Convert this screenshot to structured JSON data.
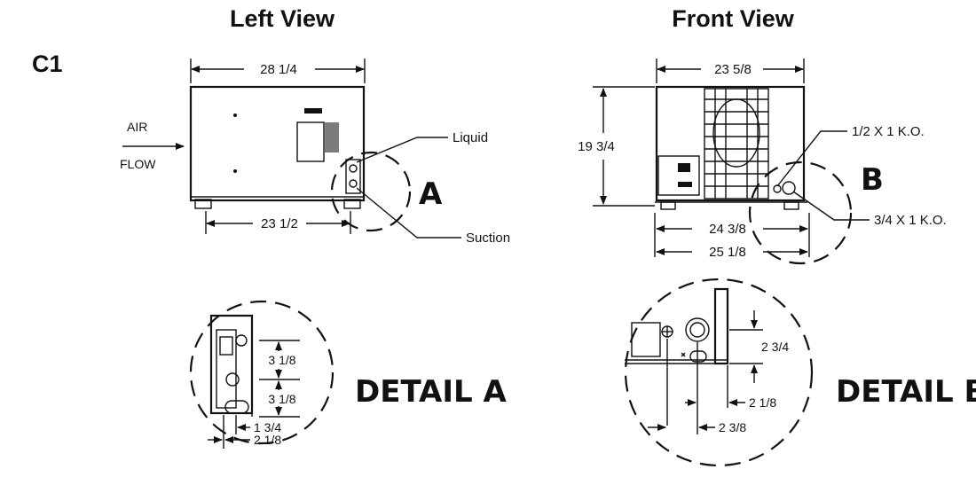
{
  "titles": {
    "left_view": "Left View",
    "front_view": "Front View",
    "section": "C1"
  },
  "left_view": {
    "width_top": "28 1/4",
    "width_bottom": "23 1/2",
    "air": "AIR",
    "flow": "FLOW",
    "liquid": "Liquid",
    "suction": "Suction",
    "detail_letter": "A"
  },
  "front_view": {
    "width_top": "23 5/8",
    "height": "19 3/4",
    "width_mid": "24 3/8",
    "width_bottom": "25 1/8",
    "ko_small": "1/2 X 1 K.O.",
    "ko_large": "3/4 X 1 K.O.",
    "detail_letter": "B"
  },
  "detail_a": {
    "title": "DETAIL A",
    "dim1": "3 1/8",
    "dim2": "3 1/8",
    "dim3": "1 3/4",
    "dim4": "2 1/8"
  },
  "detail_b": {
    "title": "DETAIL B",
    "dim1": "2 3/4",
    "dim2": "2 1/8",
    "dim3": "2 3/8"
  }
}
